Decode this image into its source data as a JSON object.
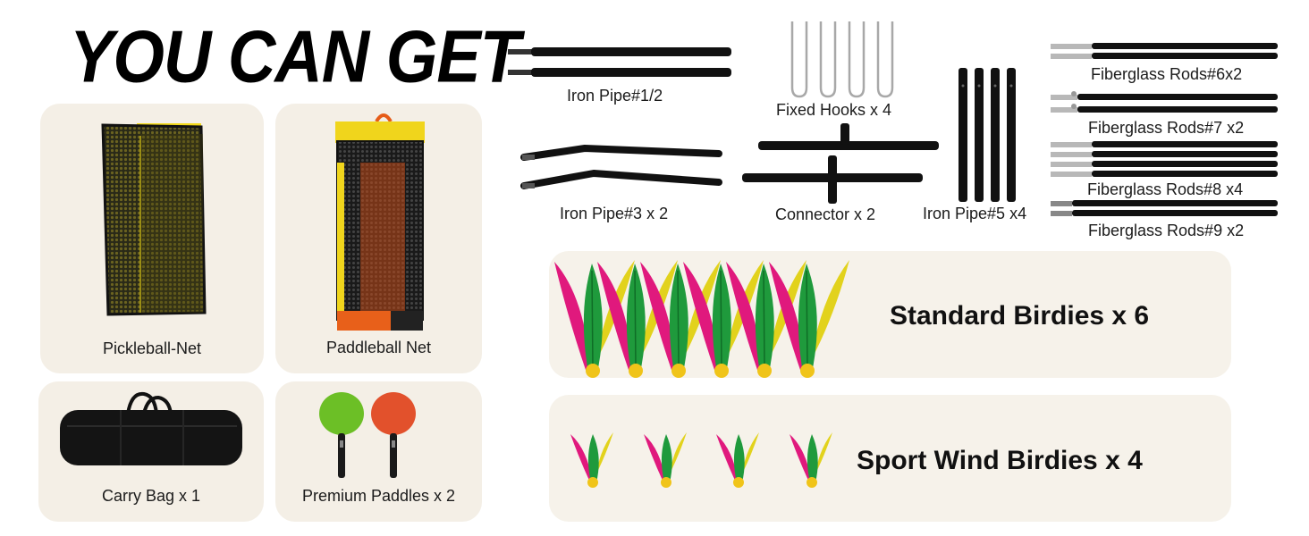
{
  "headline": "YOU CAN GET",
  "products": {
    "pickleball_net": "Pickleball-Net",
    "paddleball_net": "Paddleball Net",
    "carry_bag": "Carry Bag x 1",
    "paddles": "Premium Paddles x 2"
  },
  "parts": {
    "iron_pipe_1_2": "Iron Pipe#1/2",
    "fixed_hooks": "Fixed Hooks x 4",
    "iron_pipe_5": "Iron Pipe#5 x4",
    "iron_pipe_3": "Iron Pipe#3 x 2",
    "connector": "Connector x 2",
    "fiberglass_6": "Fiberglass Rods#6x2",
    "fiberglass_7": "Fiberglass Rods#7 x2",
    "fiberglass_8": "Fiberglass Rods#8 x4",
    "fiberglass_9": "Fiberglass Rods#9 x2"
  },
  "birdies": {
    "standard": "Standard Birdies x 6",
    "sport_wind": "Sport Wind Birdies x 4"
  },
  "colors": {
    "card_bg": "#f4efe6",
    "pipe": "#111111",
    "feather_pink": "#e0197d",
    "feather_green": "#1f9a3c",
    "feather_yellow": "#e2d21c",
    "paddle_green": "#6cbf26",
    "paddle_orange": "#e2512c"
  }
}
